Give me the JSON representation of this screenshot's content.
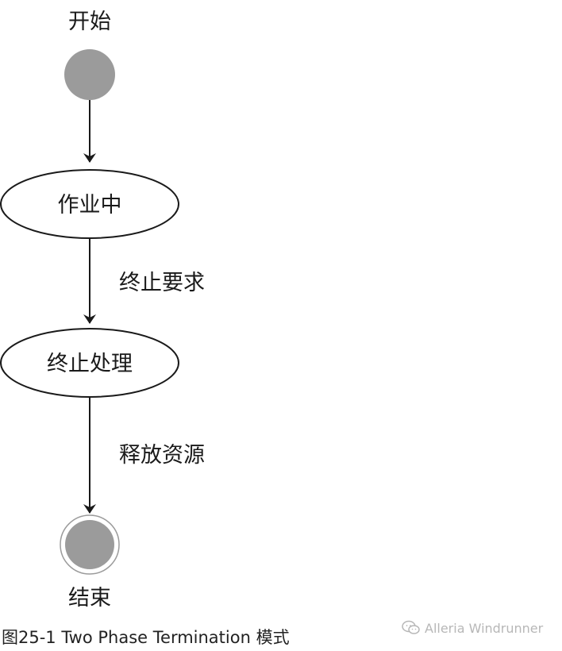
{
  "diagram": {
    "start_label": "开始",
    "end_label": "结束",
    "states": [
      {
        "label": "作业中"
      },
      {
        "label": "终止处理"
      }
    ],
    "transitions": [
      {
        "label": "终止要求"
      },
      {
        "label": "释放资源"
      }
    ]
  },
  "caption": "图25-1   Two Phase Termination 模式",
  "watermark": {
    "text": "Alleria Windrunner",
    "icon": "wechat-icon"
  },
  "colors": {
    "node_fill": "#9b9b9b",
    "stroke": "#1a1a1a",
    "watermark": "#b7b7b7"
  }
}
